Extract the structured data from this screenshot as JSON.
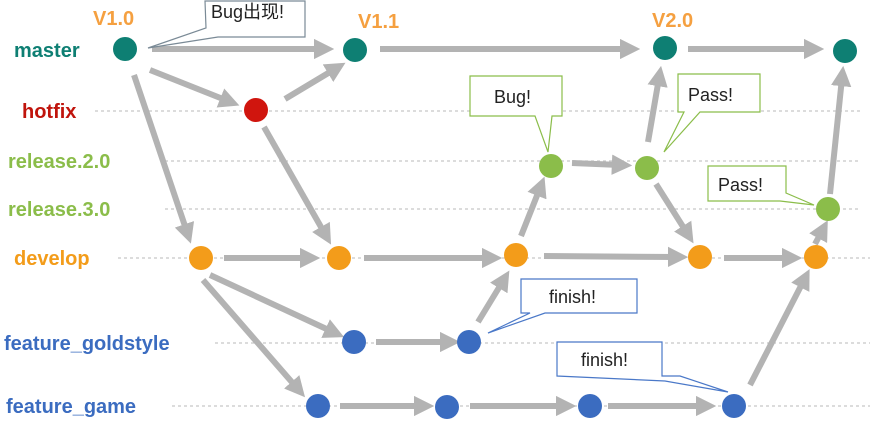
{
  "branches": [
    {
      "id": "master",
      "label": "master",
      "color": "#0e7f73"
    },
    {
      "id": "hotfix",
      "label": "hotfix",
      "color": "#c0140c"
    },
    {
      "id": "release20",
      "label": "release.2.0",
      "color": "#8bbd4a"
    },
    {
      "id": "release30",
      "label": "release.3.0",
      "color": "#8bbd4a"
    },
    {
      "id": "develop",
      "label": "develop",
      "color": "#f39c1a"
    },
    {
      "id": "feature_goldstyle",
      "label": "feature_goldstyle",
      "color": "#3b6cc0"
    },
    {
      "id": "feature_game",
      "label": "feature_game",
      "color": "#3b6cc0"
    }
  ],
  "versions": [
    "V1.0",
    "V1.1",
    "V2.0"
  ],
  "callouts": [
    "Bug出现!",
    "Bug!",
    "Pass!",
    "Pass!",
    "finish!",
    "finish!"
  ],
  "colors": {
    "version_text": "#f5a040",
    "arrow": "#b3b3b3",
    "dashed_line": "#c8c8c8",
    "callout_gray_border": "#7a8a96",
    "callout_green_border": "#8bbd4a",
    "callout_blue_border": "#4a78c8"
  }
}
